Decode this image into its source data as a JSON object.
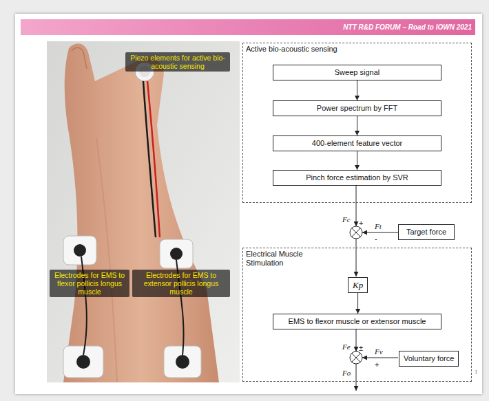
{
  "diagram": {
    "nodes": [
      {
        "text": [
          "Active bio-acoustic sensing"
        ]
      },
      {
        "text": [
          "Sweep signal"
        ],
        "in": 0
      },
      {
        "text": [
          "Power spectrum by FFT"
        ],
        "in": 0
      },
      {
        "text": [
          "400-element feature vector"
        ],
        "in": 0
      },
      {
        "text": [
          "Pinch force estimation by SVR"
        ],
        "in": 0
      },
      {
        "text": [
          "Target force"
        ]
      },
      {
        "text": [
          "Electrical Muscle Stimulation"
        ]
      },
      {
        "text": [
          "Kp"
        ],
        "in": 6
      },
      {
        "text": [
          "EMS to flexor muscle or extensor muscle"
        ],
        "in": 6
      },
      {
        "text": [
          "Voluntary force"
        ],
        "in": 6
      }
    ],
    "edges": [
      {
        "from": 1,
        "to": 2,
        "arrow": "to"
      },
      {
        "from": 2,
        "to": 3,
        "arrow": "to"
      },
      {
        "from": 3,
        "to": 4,
        "arrow": "to"
      },
      {
        "from": 7,
        "to": 8,
        "arrow": "to"
      }
    ],
    "labels": [
      "NTT R&D FORUM – Road to IOWN 2021",
      "Piezo elements for active bio-acoustic sensing",
      "Electrodes for EMS to flexor pollicis longus muscle",
      "Electrodes for EMS to extensor pollicis longus muscle",
      "Fc",
      "+",
      "Ft",
      "-",
      "Fe",
      "±",
      "Fv",
      "+",
      "Fo",
      "1"
    ]
  }
}
